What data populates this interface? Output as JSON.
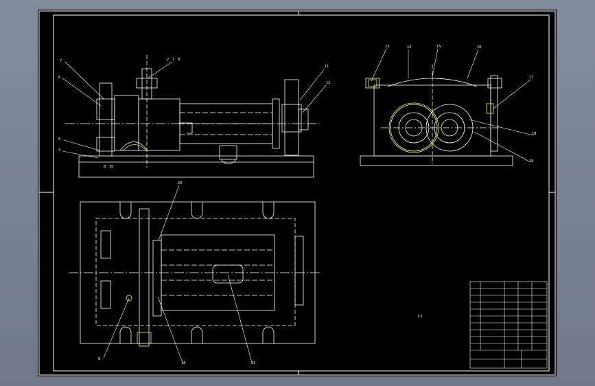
{
  "drawing": {
    "background": "#000000",
    "line_color": "#ffffff",
    "highlight_color": "#ffff00",
    "viewport_color": "#7a8493"
  },
  "front_view": {
    "callouts": [
      "7",
      "6",
      "5",
      "3",
      "2",
      "1",
      "9",
      "8",
      "10",
      "11",
      "12"
    ]
  },
  "side_view": {
    "callouts": [
      "13",
      "14",
      "15",
      "16",
      "17",
      "18",
      "19"
    ]
  },
  "plan_view": {
    "callouts": [
      "20",
      "8",
      "18",
      "21"
    ]
  },
  "scale_note": "1:1",
  "title_block": {
    "name": "",
    "drawing_no": ""
  }
}
